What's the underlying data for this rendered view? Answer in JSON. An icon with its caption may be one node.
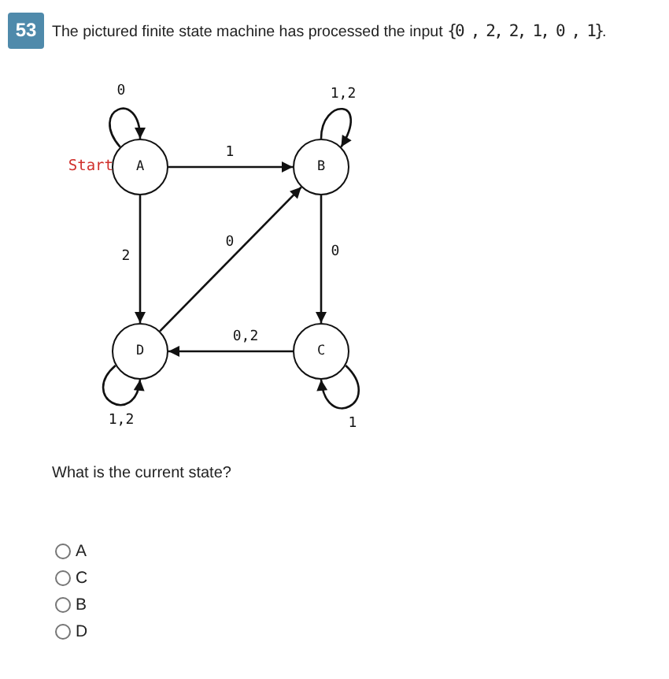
{
  "diagram": {
    "title": "The pictured finite state machine has processed the input {0 , 2, 2, 1, 0 , 1}.",
    "nodes": [
      {
        "text": [
          "A"
        ],
        "beside": [
          "Start"
        ]
      },
      {
        "text": [
          "B"
        ]
      },
      {
        "text": [
          "C"
        ]
      },
      {
        "text": [
          "D"
        ]
      }
    ],
    "edges": [
      {
        "from": 0,
        "to": 0,
        "arrow": "to",
        "label": "0"
      },
      {
        "from": 0,
        "to": 1,
        "arrow": "to",
        "label": "1"
      },
      {
        "from": 1,
        "to": 1,
        "arrow": "to",
        "label": "1,2"
      },
      {
        "from": 0,
        "to": 3,
        "arrow": "to",
        "label": "2"
      },
      {
        "from": 3,
        "to": 1,
        "arrow": "to",
        "label": "0"
      },
      {
        "from": 1,
        "to": 2,
        "arrow": "to",
        "label": "0"
      },
      {
        "from": 2,
        "to": 3,
        "arrow": "to",
        "label": "0,2"
      },
      {
        "from": 3,
        "to": 3,
        "arrow": "to",
        "label": "1,2"
      },
      {
        "from": 2,
        "to": 2,
        "arrow": "to",
        "label": "1"
      }
    ],
    "labels": [
      "53",
      "What is the current state?",
      "A",
      "C",
      "B",
      "D"
    ]
  }
}
